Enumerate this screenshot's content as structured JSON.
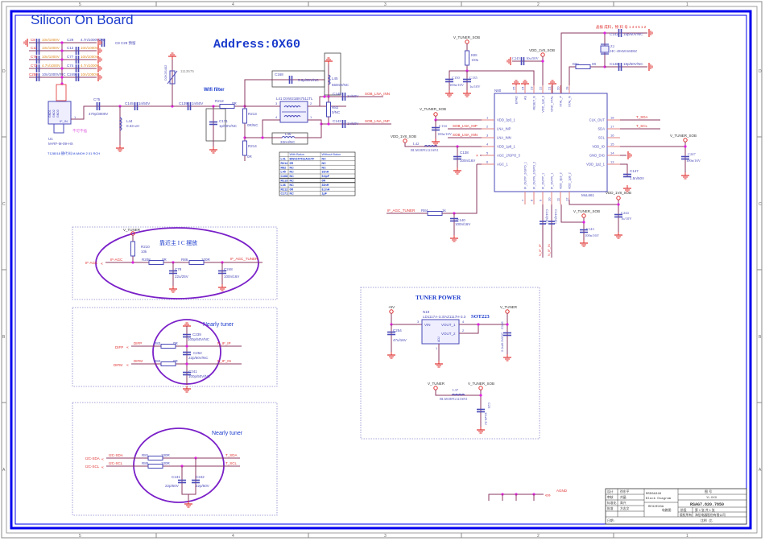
{
  "sheet": {
    "title": "Silicon On Board",
    "address": "Address:0X60",
    "ruler_top": [
      "5",
      "4",
      "3",
      "2",
      "1"
    ],
    "ruler_side": [
      "D",
      "C",
      "B",
      "A"
    ]
  },
  "colors": {
    "frame": "#0000ee",
    "wire": "#8b3a62",
    "net_label": "#e03030",
    "component": "#4a4ab8",
    "junction": "#e020e0",
    "value_orange": "#e08a20",
    "ellipse": "#7a20c8",
    "heading": "#1a3acc"
  },
  "cap_bank": {
    "rows": [
      {
        "left_ref": "C8",
        "left_val": "10n/1000V",
        "right_ref": "C29",
        "right_val": "4.7n/1000V/NC"
      },
      {
        "left_ref": "C11",
        "left_val": "10n/1000V",
        "right_ref": "C12",
        "right_val": "10n/1000V"
      },
      {
        "left_ref": "C76",
        "left_val": "10n/1000V",
        "right_ref": "C77",
        "right_val": "10n/1000V"
      },
      {
        "left_ref": "C73",
        "left_val": "4.7n/1000V",
        "right_ref": "C74",
        "right_val": "4.7n/1000V"
      },
      {
        "left_ref": "C250",
        "left_val": "10n/1000V/NC",
        "right_ref": "C249",
        "right_val": "10n/1000V"
      }
    ],
    "note": "C8  C29 预留"
  },
  "rf_input": {
    "u1_ref": "U1",
    "u1_part": "M-RF-M-09-HX",
    "u1_pin": "IF_IN",
    "u1_pin_num": "1",
    "u1_gnd_pins": [
      "GND1",
      "GND2",
      "GND3"
    ],
    "u1_note": "不可不插",
    "bottom_note": "T128018     替代 料 M-M40H 2 01 RCH",
    "c75_ref": "C75",
    "c75_val": "470p/3000V",
    "l44_ref": "L44",
    "l44_val": "0.33 uH",
    "c145_ref": "C145",
    "c145_val": "1n/50V",
    "c139_ref": "C139",
    "c139_val": "1n/50V",
    "tvs_ref": "D2K3S402",
    "tvs_code": "1113575"
  },
  "wifi_filter": {
    "label": "Wifi filter",
    "r212_ref": "R212",
    "r212_val": "0R",
    "c171_ref": "C171",
    "c171_val": "1p/50V/NC",
    "r213_ref": "R213",
    "r213_val": "0R/NC",
    "r214_ref": "R214",
    "r214_val": "0R",
    "c168_ref": "C168",
    "c168_val": "5.6p/50V/NC",
    "l41_ref": "L41",
    "l41_part": "DXW21BN7511TL",
    "l41_pins": [
      "3",
      "2",
      "4",
      "1"
    ],
    "l45_ref": "L45",
    "l45_val": "560nH/NC",
    "l46_ref": "L46",
    "l46_val": "33nH/NC",
    "r82_ref": "R82",
    "r82_val": "0/NC",
    "c148_ref": "C148",
    "c148_val": "1n/50V",
    "c142_ref": "C142",
    "c142_val": "1n/50V",
    "net_inn": "SOB_LNA_INN",
    "net_inp": "SOB_LNA_INP"
  },
  "balun_table": {
    "headers": [
      "",
      "With Balun",
      "Without Balun"
    ],
    "rows": [
      [
        "L41",
        "BW2157511A61TF",
        "NC"
      ],
      [
        "R214",
        "0R",
        "NC"
      ],
      [
        "R82",
        "NC",
        "NC"
      ],
      [
        "L45",
        "NC",
        "33nH"
      ],
      [
        "C168",
        "NC",
        "5.6pF"
      ],
      [
        "R213",
        "NC",
        "0R"
      ],
      [
        "L46",
        "NC",
        "33nH"
      ],
      [
        "R212",
        "0R",
        "8.2nH"
      ],
      [
        "C171",
        "NC",
        "1pF"
      ]
    ]
  },
  "tuner_ic": {
    "ref": "N80",
    "part": "MxL661",
    "top_pins": [
      {
        "num": "25",
        "name": "EPAD"
      },
      {
        "num": "24",
        "name": "AS"
      },
      {
        "num": "23",
        "name": "RESET_N"
      },
      {
        "num": "22",
        "name": "VDD_1p8_3"
      },
      {
        "num": "21",
        "name": "GND_XTAL"
      },
      {
        "num": "20",
        "name": "XTAL_P"
      },
      {
        "num": "19",
        "name": "XTAL_N"
      }
    ],
    "left_pins": [
      {
        "num": "1",
        "name": "VDD_3p3_1"
      },
      {
        "num": "2",
        "name": "LNA_INP"
      },
      {
        "num": "3",
        "name": "LNA_INN"
      },
      {
        "num": "4",
        "name": "VDD_1p8_1"
      },
      {
        "num": "5",
        "name": "AGC_2/GPO_3"
      },
      {
        "num": "6",
        "name": "AGC_1"
      }
    ],
    "right_pins": [
      {
        "num": "18",
        "name": "CLK_OUT"
      },
      {
        "num": "17",
        "name": "SDA"
      },
      {
        "num": "16",
        "name": "SCL"
      },
      {
        "num": "15",
        "name": "VDD_IO"
      },
      {
        "num": "14",
        "name": "GND_DIG"
      },
      {
        "num": "13",
        "name": "VDD_1p2_1"
      }
    ],
    "bottom_pins": [
      {
        "num": "7",
        "name": "IF_OUTP_2/GPO_1"
      },
      {
        "num": "8",
        "name": "IF_OUTN_2/GPO_2"
      },
      {
        "num": "9",
        "name": "IF_OUTP_1"
      },
      {
        "num": "10",
        "name": "IF_OUTN_1"
      },
      {
        "num": "11",
        "name": "VDD_3p3_2"
      },
      {
        "num": "12",
        "name": "VDD_1p8_2"
      }
    ]
  },
  "tuner_support": {
    "v_tuner_sob": "V_TUNER_SOB",
    "vdd_1v8_sob": "VDD_1V8_SOB",
    "r88_ref": "R88",
    "r88_val": "100k",
    "c150_ref": "C150",
    "c150_val": "100n/16V",
    "c135_ref": "C135",
    "c135_val": "1u/10V",
    "c245_ref": "C245",
    "c245_val": "10u/50V",
    "c134_ref": "C134",
    "c134_val": "100n/16V",
    "l42_ref": "L42",
    "l42_part": "BLM18PG121SN1",
    "c138_ref": "C138",
    "c138_val": "100n/16V",
    "r84_ref": "R84",
    "r84_val": "1k",
    "c140_ref": "C140",
    "c140_val": "100n/16V",
    "net_if_agc_tuner": "IF_AGC_TUNER",
    "c143_net_a": "C143(NC)",
    "c143_net_b": "C144(NC)",
    "c143_lbl": "C143",
    "c143_val": "100n/16V",
    "c244_ref": "C244",
    "c244_val": "1u/10V",
    "c147_ref": "C147",
    "c147_val": "1.5n/50V",
    "c247_ref": "C247",
    "c247_val": "100n/16V",
    "net_tsda": "T_SDA",
    "net_tscl": "T_SCL",
    "net_nifp": "N_IF_IP",
    "net_nifn": "N_IF_IN",
    "r80_ref": "R80",
    "r80_val": "0R",
    "crystal_note": "晶振 成料，物 料 号 1 4 4 5 1 2",
    "c143x_ref": "C143",
    "c143x_val": "18p/50V/NC",
    "c146_ref": "C146",
    "c146_val": "18p/50V/NC",
    "z2_ref": "Z2",
    "z2_part": "HC-49SM16MHZ"
  },
  "agc_block": {
    "v_tuner": "V_TUNER",
    "r210_ref": "R210",
    "r210_val": "10k",
    "port_if_agc": "IF-AGC",
    "net_if_agc": "IF-AGC",
    "r208_ref": "R208",
    "r208_val": "0R",
    "r86_ref": "R86",
    "r86_val": "100R",
    "net_if_agc_tuner": "IF_AGC_TUNER",
    "c78_ref": "C78",
    "c78_val": "22u/25V",
    "c248_ref": "C248",
    "c248_val": "100n/16V",
    "note": "靠近主  I C  摆放"
  },
  "if_block": {
    "title": "Nearly tuner",
    "port_difp": "DIFP",
    "net_difp": "DIFP",
    "port_difm": "DIFM",
    "net_difm": "DIFM",
    "r83_ref": "R83",
    "r83_val": "0R",
    "r82_ref": "R82",
    "r82_val": "0R",
    "c239_ref": "C239",
    "c239_val": "100p/50V/NC",
    "c252_ref": "C252",
    "c252_val": "22p/50V/NC",
    "c241_ref": "C241",
    "c241_val": "100p/50V/NC",
    "net_nifp": "N_IF_IP",
    "net_nifn": "N_IF_IN"
  },
  "i2c_block": {
    "title": "Nearly tuner",
    "port_sda": "I2C-SDA",
    "net_sda": "I2C-SDA",
    "port_scl": "I2C-SCL",
    "net_scl": "I2C-SCL",
    "r81_ref": "R81",
    "r81_val": "100R",
    "r85_ref": "R85",
    "r85_val": "100R",
    "c131_ref": "C131",
    "c131_val": "22p/50V",
    "c242_ref": "C242",
    "c242_val": "22p/50V",
    "net_tsda": "T_SDA",
    "net_tscl": "T_SCL"
  },
  "power_block": {
    "title": "TUNER POWER",
    "plus5v": "+5V",
    "v_tuner": "V_TUNER",
    "n19_ref": "N19",
    "n19_part": "LD1117A-3.3/AZ1117H-3.3",
    "package": "SOT223",
    "pin_vin": "VIN",
    "pin_vout1": "VOUT_1",
    "pin_vout2": "VOUT_2",
    "pin_adj": "ADJ",
    "pin_nums": [
      "3",
      "4",
      "2",
      "1"
    ],
    "c254_ref": "C254",
    "c254_val": "47u/16V",
    "c136_ref": "C136",
    "c136_val": "2.2u/6.3V/NC",
    "v_tuner_b": "V_TUNER",
    "v_tuner_sob": "V_TUNER_SOB",
    "l37_ref": "L37",
    "l37_part": "BLM18PG121SN1",
    "c23_ref": "C23",
    "c23_val": "10u/6.3V"
  },
  "agnd_label": "AGND",
  "title_block": {
    "left_rows": [
      [
        "设计",
        "徐东平"
      ],
      [
        "审核",
        "刘晶"
      ],
      [
        "标准化",
        "高兴"
      ],
      [
        "批准",
        "方志文"
      ]
    ],
    "project": "MSD6A346",
    "doc": "Block Diagram",
    "board": "RE32E33A",
    "board_sub": "电路图",
    "code_label": "图 号",
    "code_sub": "YL.XXX",
    "drawing_no": "RSAG7.820.7850",
    "stage_label": "阶段",
    "sheet_info": "第 1 张  共 1 张",
    "company_label": "版权所有",
    "company": "海信电器股份有限公司",
    "date_label": "日期 :",
    "scale_label": "比例 :   比"
  }
}
